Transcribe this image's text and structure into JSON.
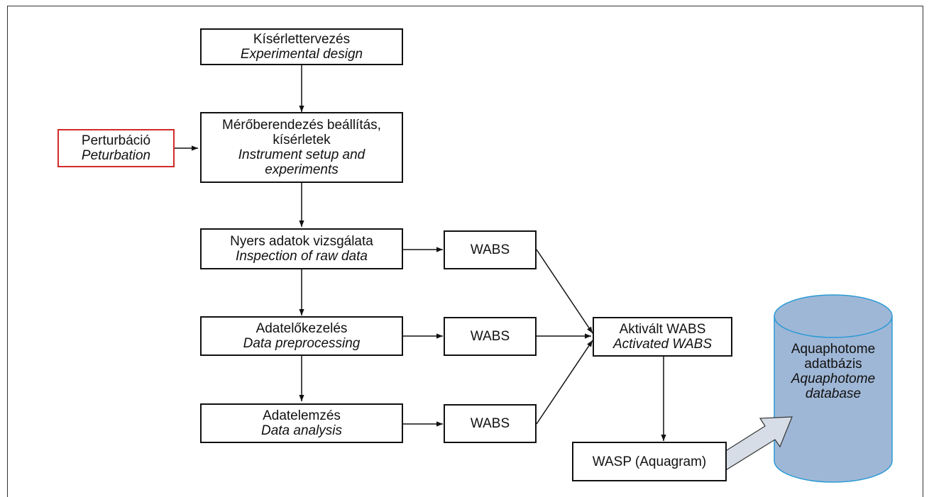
{
  "nodes": {
    "design": {
      "line1": "Kísérlettervezés",
      "line2": "Experimental design"
    },
    "setup": {
      "line1": "Mérőberendezés beállítás,",
      "line2": "kísérletek",
      "line3": "Instrument setup and",
      "line4": "experiments"
    },
    "perturbation": {
      "line1": "Perturbáció",
      "line2": "Peturbation"
    },
    "raw": {
      "line1": "Nyers adatok vizsgálata",
      "line2": "Inspection of raw data"
    },
    "preproc": {
      "line1": "Adatelőkezelés",
      "line2": "Data preprocessing"
    },
    "analysis": {
      "line1": "Adatelemzés",
      "line2": "Data analysis"
    },
    "wabs1": "WABS",
    "wabs2": "WABS",
    "wabs3": "WABS",
    "activated": {
      "line1": "Aktivált WABS",
      "line2": "Activated WABS"
    },
    "wasp": "WASP (Aquagram)",
    "database": {
      "line1": "Aquaphotome",
      "line2": "adatbázis",
      "line3": "Aquaphotome",
      "line4": "database"
    }
  },
  "colors": {
    "line": "#111111",
    "perturbation_border": "#d42a2a",
    "db_fill": "#9fb7d6",
    "db_stroke": "#2a9ad6",
    "big_arrow_fill": "#d6dde6"
  }
}
